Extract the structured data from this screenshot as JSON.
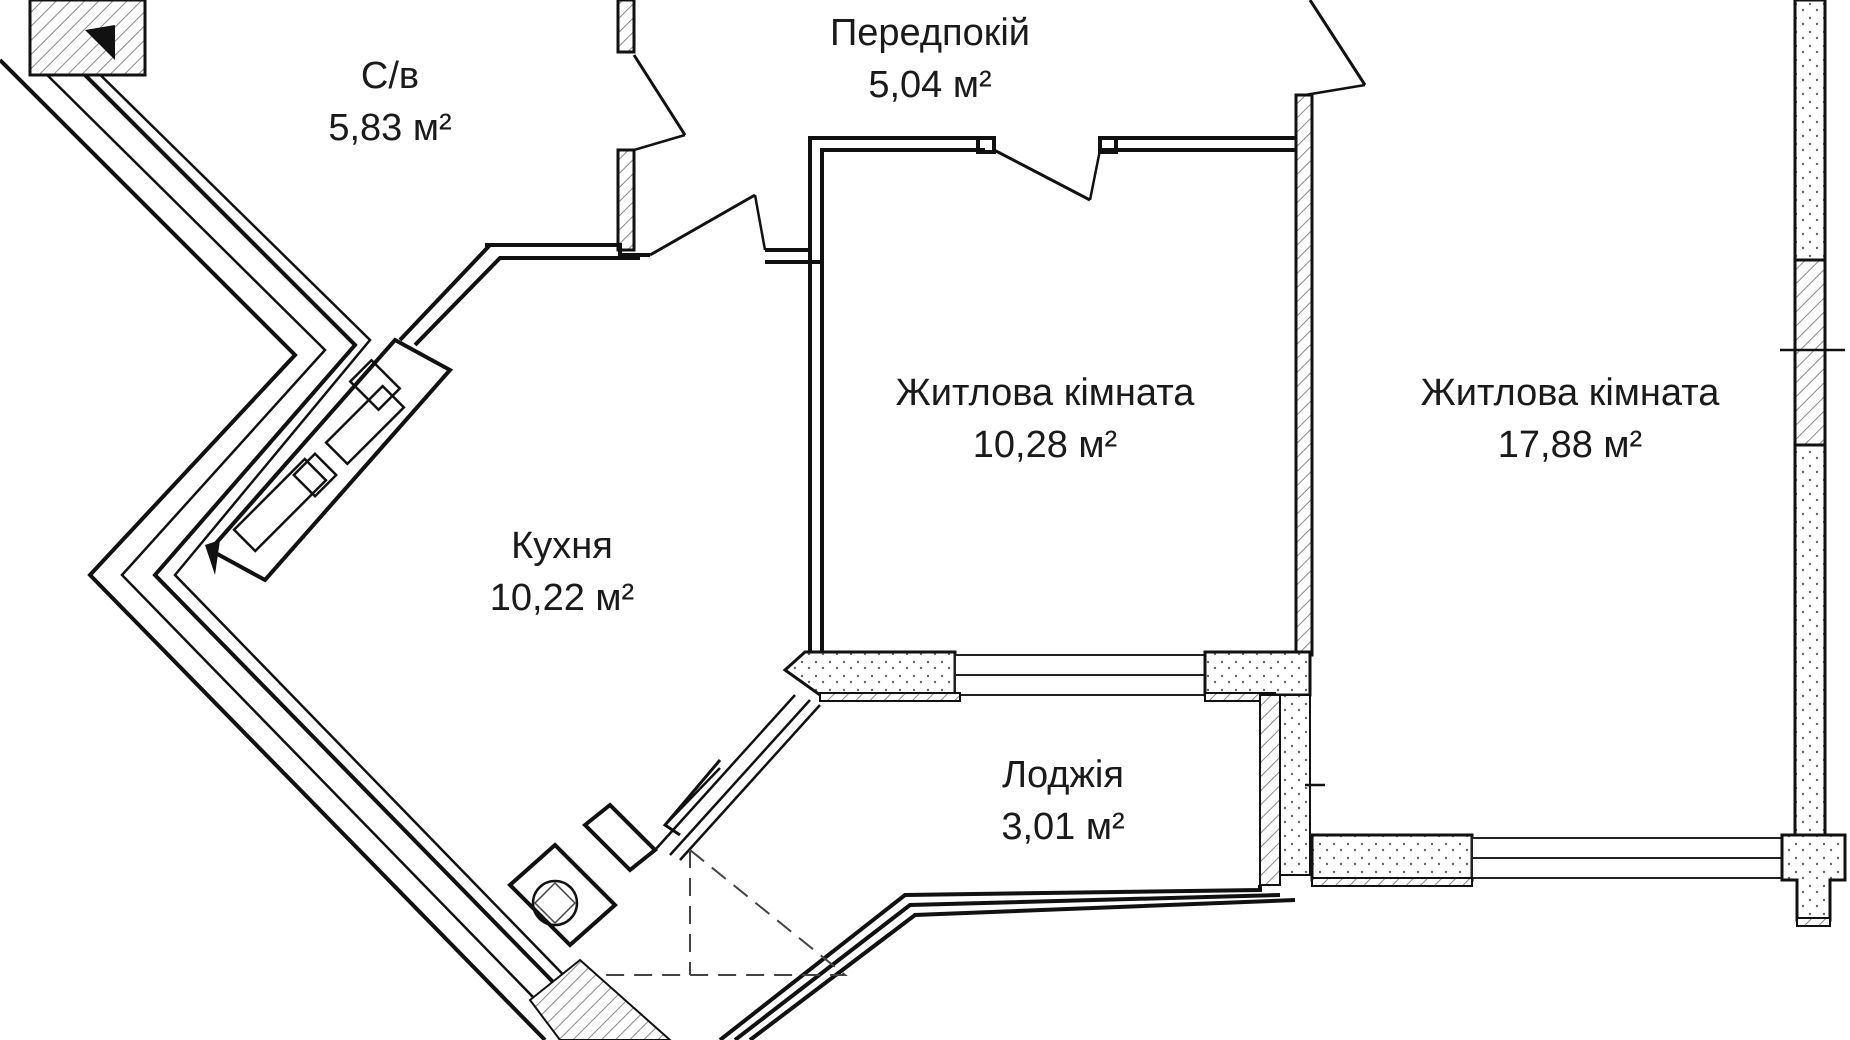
{
  "plan": {
    "rooms": [
      {
        "id": "bathroom",
        "name": "С/в",
        "area": "5,83 м²"
      },
      {
        "id": "hallway",
        "name": "Передпокій",
        "area": "5,04 м²"
      },
      {
        "id": "living-room-1",
        "name": "Житлова кімната",
        "area": "10,28 м²"
      },
      {
        "id": "living-room-2",
        "name": "Житлова кімната",
        "area": "17,88 м²"
      },
      {
        "id": "kitchen",
        "name": "Кухня",
        "area": "10,22 м²"
      },
      {
        "id": "loggia",
        "name": "Лоджія",
        "area": "3,01 м²"
      }
    ],
    "colors": {
      "wall": "#111111",
      "background": "#ffffff",
      "hatch": "#8a8a8a"
    }
  }
}
